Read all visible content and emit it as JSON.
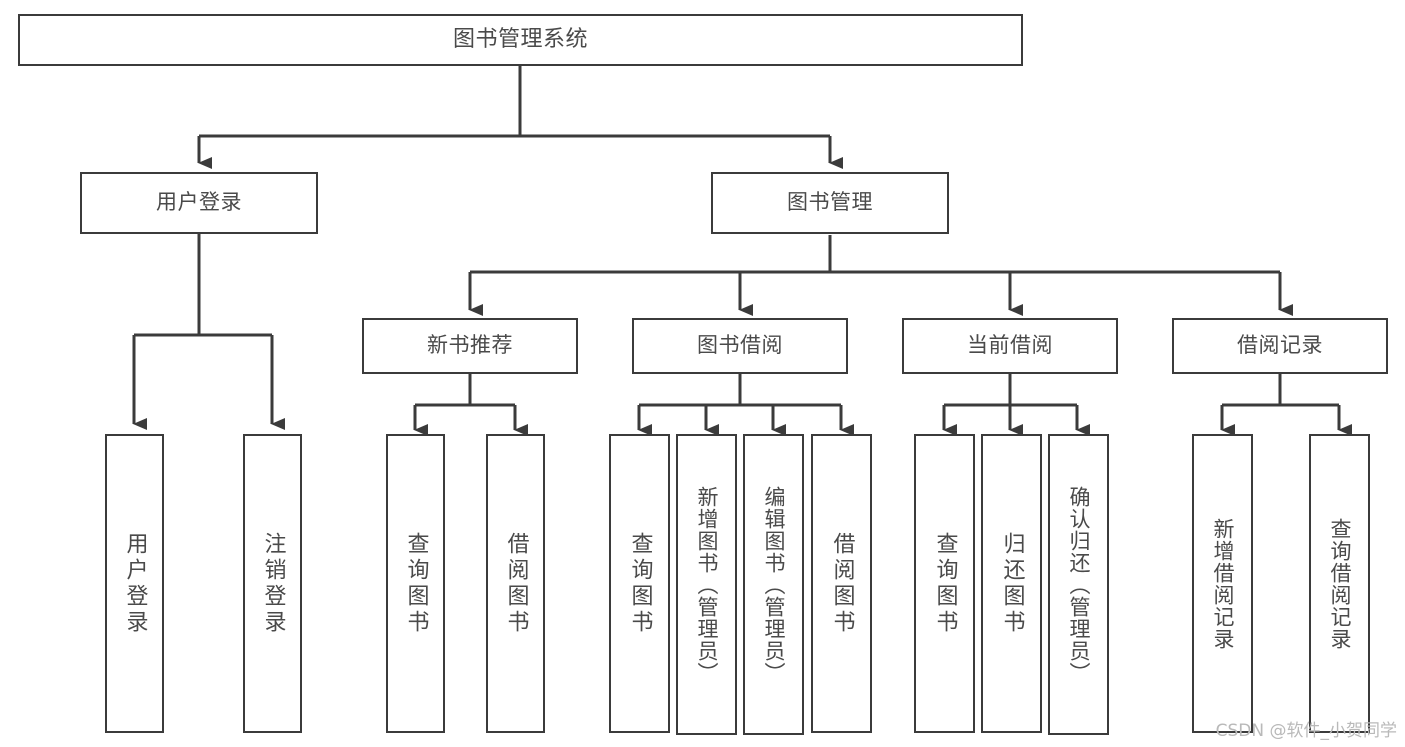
{
  "diagram": {
    "title": "图书管理系统",
    "type": "tree-hierarchy-chart",
    "watermark": "CSDN @软件_小贺同学",
    "colors": {
      "box_border": "#3b3b3b",
      "box_fill": "#ffffff",
      "text": "#4a4a4a",
      "connector": "#3b3b3b",
      "background": "#ffffff",
      "watermark": "#b9b9b9"
    },
    "root": {
      "label": "图书管理系统"
    },
    "level1": [
      {
        "label": "用户登录"
      },
      {
        "label": "图书管理"
      }
    ],
    "user_login_children": [
      {
        "label": "用户登录"
      },
      {
        "label": "注销登录"
      }
    ],
    "book_manage_children": [
      {
        "label": "新书推荐"
      },
      {
        "label": "图书借阅"
      },
      {
        "label": "当前借阅"
      },
      {
        "label": "借阅记录"
      }
    ],
    "new_book_children": [
      {
        "label": "查询图书"
      },
      {
        "label": "借阅图书"
      }
    ],
    "book_borrow_children": [
      {
        "label": "查询图书"
      },
      {
        "label": "新增图书（管理员）"
      },
      {
        "label": "编辑图书（管理员）"
      },
      {
        "label": "借阅图书"
      }
    ],
    "current_borrow_children": [
      {
        "label": "查询图书"
      },
      {
        "label": "归还图书"
      },
      {
        "label": "确认归还（管理员）"
      }
    ],
    "borrow_record_children": [
      {
        "label": "新增借阅记录"
      },
      {
        "label": "查询借阅记录"
      }
    ]
  }
}
